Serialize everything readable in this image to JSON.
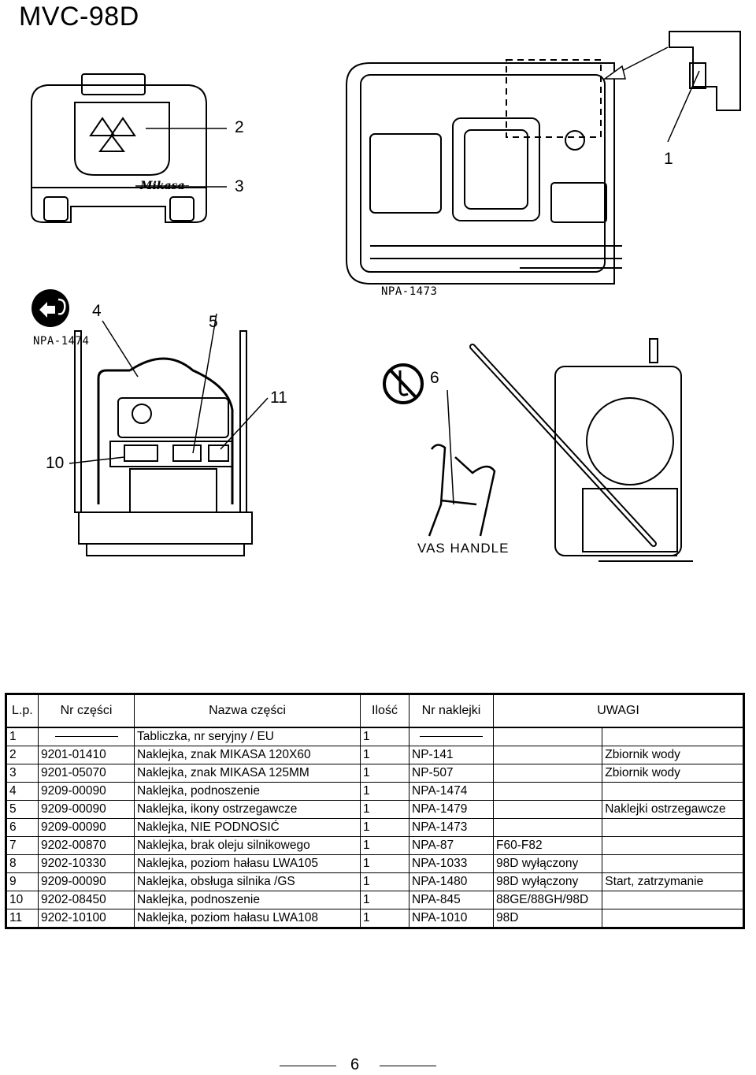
{
  "header": {
    "model": "MVC-98D"
  },
  "figure": {
    "callouts": {
      "c1": "1",
      "c2": "2",
      "c3": "3",
      "c4": "4",
      "c5": "5",
      "c6": "6",
      "c10": "10",
      "c11": "11"
    },
    "labels": {
      "npa1474": "NPA-1474",
      "npa1473": "NPA-1473",
      "vas_handle": "VAS HANDLE",
      "logo_text": "Mikasa"
    }
  },
  "table": {
    "headers": {
      "lp": "L.p.",
      "part_no": "Nr części",
      "part_name": "Nazwa części",
      "qty": "Ilość",
      "sticker_no": "Nr naklejki",
      "notes": "UWAGI"
    },
    "rows": [
      {
        "lp": "1",
        "part_no": "",
        "name": "Tabliczka, nr seryjny / EU",
        "qty": "1",
        "sticker": "",
        "note_a": "",
        "note_b": ""
      },
      {
        "lp": "2",
        "part_no": "9201-01410",
        "name": "Naklejka, znak MIKASA 120X60",
        "qty": "1",
        "sticker": "NP-141",
        "note_a": "",
        "note_b": "Zbiornik wody"
      },
      {
        "lp": "3",
        "part_no": "9201-05070",
        "name": "Naklejka, znak MIKASA 125MM",
        "qty": "1",
        "sticker": "NP-507",
        "note_a": "",
        "note_b": "Zbiornik wody"
      },
      {
        "lp": "4",
        "part_no": "9209-00090",
        "name": "Naklejka, podnoszenie",
        "qty": "1",
        "sticker": "NPA-1474",
        "note_a": "",
        "note_b": ""
      },
      {
        "lp": "5",
        "part_no": "9209-00090",
        "name": "Naklejka, ikony ostrzegawcze",
        "qty": "1",
        "sticker": "NPA-1479",
        "note_a": "",
        "note_b": "Naklejki ostrzegawcze"
      },
      {
        "lp": "6",
        "part_no": "9209-00090",
        "name": "Naklejka, NIE PODNOSIĆ",
        "qty": "1",
        "sticker": "NPA-1473",
        "note_a": "",
        "note_b": ""
      },
      {
        "lp": "7",
        "part_no": "9202-00870",
        "name": "Naklejka, brak oleju silnikowego",
        "qty": "1",
        "sticker": "NPA-87",
        "note_a": "F60-F82",
        "note_b": ""
      },
      {
        "lp": "8",
        "part_no": "9202-10330",
        "name": "Naklejka, poziom hałasu LWA105",
        "qty": "1",
        "sticker": "NPA-1033",
        "note_a": "98D wyłączony",
        "note_b": ""
      },
      {
        "lp": "9",
        "part_no": "9209-00090",
        "name": "Naklejka, obsługa silnika /GS",
        "qty": "1",
        "sticker": "NPA-1480",
        "note_a": "98D wyłączony",
        "note_b": "Start, zatrzymanie"
      },
      {
        "lp": "10",
        "part_no": "9202-08450",
        "name": "Naklejka, podnoszenie",
        "qty": "1",
        "sticker": "NPA-845",
        "note_a": "88GE/88GH/98D",
        "note_b": ""
      },
      {
        "lp": "11",
        "part_no": "9202-10100",
        "name": "Naklejka, poziom hałasu LWA108",
        "qty": "1",
        "sticker": "NPA-1010",
        "note_a": "98D",
        "note_b": ""
      }
    ]
  },
  "footer": {
    "page_number": "6"
  }
}
